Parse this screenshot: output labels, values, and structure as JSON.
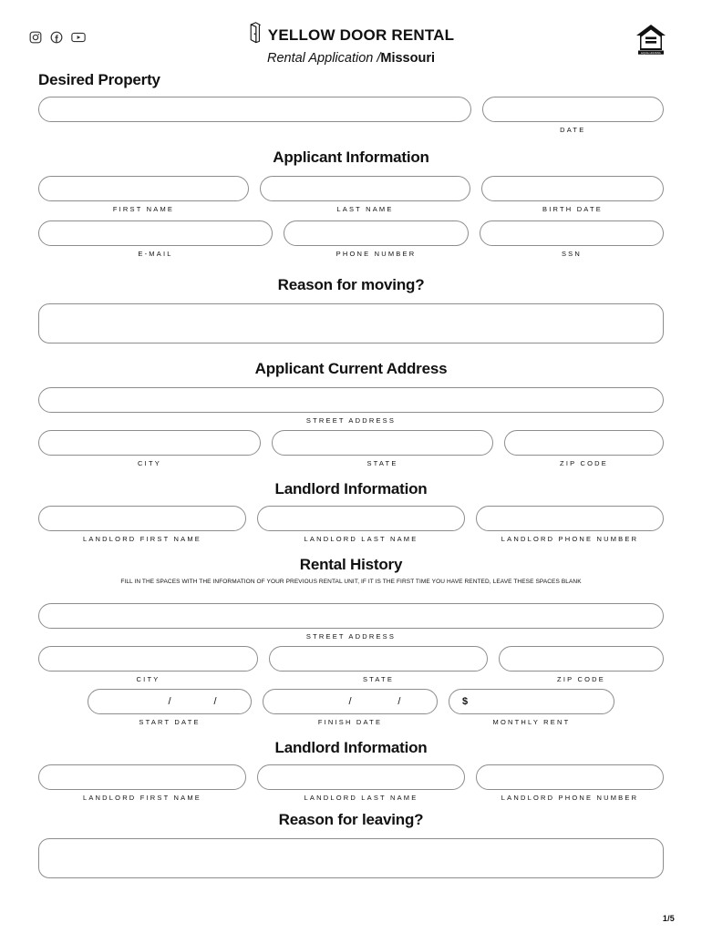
{
  "header": {
    "brand_name": "YELLOW DOOR RENTAL",
    "subtitle_italic": "Rental Application",
    "subtitle_sep": "/",
    "subtitle_bold": "Missouri",
    "social": [
      {
        "name": "instagram-icon",
        "label": "Instagram"
      },
      {
        "name": "facebook-icon",
        "label": "Facebook"
      },
      {
        "name": "youtube-icon",
        "label": "YouTube"
      }
    ],
    "eho_logo_label": "EQUAL HOUSING OPPORTUNITY"
  },
  "sections": {
    "desired_property": {
      "heading": "Desired Property",
      "property_value": "",
      "property_placeholder": "",
      "date_value": "",
      "date_caption": "DATE"
    },
    "applicant_information": {
      "heading": "Applicant Information",
      "first_name_caption": "FIRST NAME",
      "first_name_value": "",
      "last_name_caption": "LAST NAME",
      "last_name_value": "",
      "birth_date_caption": "BIRTH DATE",
      "birth_date_value": "",
      "email_caption": "E-MAIL",
      "email_value": "",
      "phone_caption": "PHONE NUMBER",
      "phone_value": "",
      "ssn_caption": "SSN",
      "ssn_value": ""
    },
    "reason_for_moving": {
      "heading": "Reason for moving?",
      "value": ""
    },
    "current_address": {
      "heading": "Applicant Current Address",
      "street_caption": "STREET ADDRESS",
      "street_value": "",
      "city_caption": "CITY",
      "city_value": "",
      "state_caption": "STATE",
      "state_value": "",
      "zip_caption": "ZIP CODE",
      "zip_value": ""
    },
    "current_landlord": {
      "heading": "Landlord Information",
      "first_name_caption": "LANDLORD FIRST NAME",
      "first_name_value": "",
      "last_name_caption": "LANDLORD LAST NAME",
      "last_name_value": "",
      "phone_caption": "LANDLORD PHONE NUMBER",
      "phone_value": ""
    },
    "rental_history": {
      "heading": "Rental History",
      "note": "FILL IN THE SPACES WITH THE INFORMATION OF YOUR PREVIOUS RENTAL UNIT, IF IT IS THE FIRST TIME YOU HAVE RENTED, LEAVE THESE SPACES BLANK",
      "street_caption": "STREET ADDRESS",
      "street_value": "",
      "city_caption": "CITY",
      "city_value": "",
      "state_caption": "STATE",
      "state_value": "",
      "zip_caption": "ZIP CODE",
      "zip_value": "",
      "start_date_caption": "START DATE",
      "start_date_month": "",
      "start_date_day": "",
      "start_date_year": "",
      "finish_date_caption": "FINISH DATE",
      "finish_date_month": "",
      "finish_date_day": "",
      "finish_date_year": "",
      "date_separator": "/",
      "monthly_rent_caption": "MONTHLY RENT",
      "monthly_rent_symbol": "$",
      "monthly_rent_value": ""
    },
    "previous_landlord": {
      "heading": "Landlord Information",
      "first_name_caption": "LANDLORD FIRST NAME",
      "first_name_value": "",
      "last_name_caption": "LANDLORD LAST NAME",
      "last_name_value": "",
      "phone_caption": "LANDLORD PHONE NUMBER",
      "phone_value": ""
    },
    "reason_for_leaving": {
      "heading": "Reason for leaving?",
      "value": ""
    }
  },
  "footer": {
    "page_indicator": "1/5"
  },
  "colors": {
    "ink": "#111111",
    "field_border": "#8d8d8d",
    "page_background": "#ffffff"
  }
}
